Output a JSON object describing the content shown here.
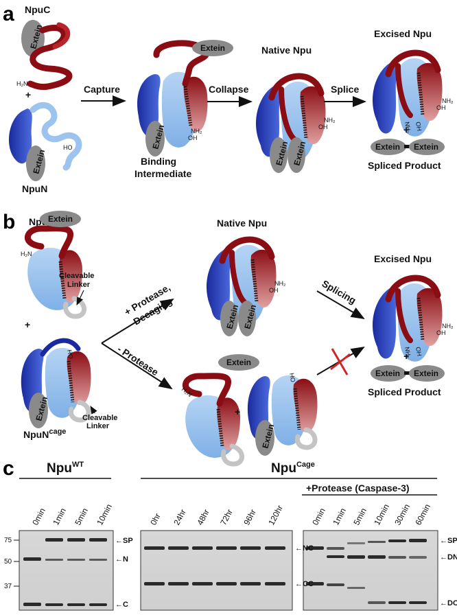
{
  "panels": {
    "a": "a",
    "b": "b",
    "c": "c"
  },
  "panel_a": {
    "npuc": "NpuC",
    "npun": "NpuN",
    "plus": "+",
    "arrow_capture": "Capture",
    "arrow_collapse": "Collapse",
    "arrow_splice": "Splice",
    "binding_1": "Binding",
    "binding_2": "Intermediate",
    "native": "Native Npu",
    "excised": "Excised Npu",
    "spliced": "Spliced Product",
    "extein": "Extein",
    "h2n": "H₂N",
    "nh2": "NH₂",
    "oh": "OH",
    "ho": "HO"
  },
  "panel_b": {
    "npuc": "NpuC",
    "npuc_sup": "cage",
    "npun": "NpuN",
    "npun_sup": "cage",
    "cleavable_1": "Cleavable",
    "cleavable_2": "Linker",
    "protease_1": "+ Protease,",
    "protease_2": "Decaging",
    "no_protease": "- Protease",
    "splicing": "Splicing",
    "native": "Native Npu",
    "excised": "Excised Npu",
    "spliced": "Spliced Product",
    "plus": "+"
  },
  "panel_c": {
    "wt_title": "Npu",
    "wt_sup": "WT",
    "cage_title": "Npu",
    "cage_sup": "Cage",
    "protease_title": "+Protease (Caspase-3)",
    "gel1_lanes": [
      "0min",
      "1min",
      "5min",
      "10min"
    ],
    "gel2_lanes": [
      "0hr",
      "24hr",
      "48hr",
      "72hr",
      "96hr",
      "120hr"
    ],
    "gel3_lanes": [
      "0min",
      "1min",
      "5min",
      "10min",
      "30min",
      "60min"
    ],
    "mw_markers": [
      "75",
      "50",
      "37"
    ],
    "gel1_bands": [
      "SP",
      "N",
      "C"
    ],
    "gel2_bands": [
      "NC",
      "CC"
    ],
    "gel3_bands": [
      "SP",
      "DN",
      "DC"
    ]
  },
  "colors": {
    "dark_blue": "#1a2a9e",
    "light_blue": "#9cc4ee",
    "dark_red": "#8a0d14",
    "light_red": "#d98c8c",
    "extein_grey": "#8a8a8a",
    "band": "#2a2a2a"
  }
}
